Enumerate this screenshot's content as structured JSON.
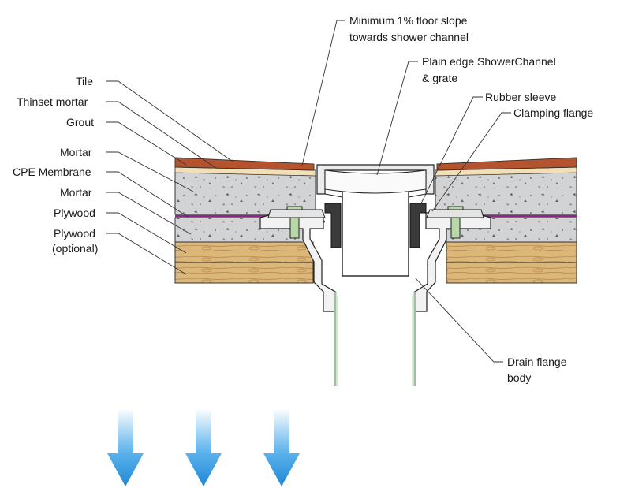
{
  "labels": {
    "left": {
      "tile": "Tile",
      "thinset_mortar": "Thinset mortar",
      "grout": "Grout",
      "mortar_upper": "Mortar",
      "cpe_membrane": "CPE Membrane",
      "mortar_lower": "Mortar",
      "plywood": "Plywood",
      "plywood_optional_line1": "Plywood",
      "plywood_optional_line2": "(optional)"
    },
    "right": {
      "floor_slope_line1": "Minimum 1% floor slope",
      "floor_slope_line2": "towards shower channel",
      "channel_line1": "Plain edge ShowerChannel",
      "channel_line2": "& grate",
      "rubber_sleeve": "Rubber sleeve",
      "clamping_flange": "Clamping flange",
      "drain_body_line1": "Drain flange",
      "drain_body_line2": "body"
    }
  },
  "colors": {
    "tile": "#b5532f",
    "thinset": "#f2dfb5",
    "mortar": "#d2d3d5",
    "membrane": "#8b2a86",
    "plywood": "#dcb77a",
    "flange_body": "#f2f2f2",
    "bolt": "#b8d8a8",
    "rubber_sleeve": "#3a3a3a",
    "pipe_glass": "#e8f2e8",
    "arrow": "#1e90d8"
  },
  "arrows": {
    "count": 3,
    "direction": "down"
  }
}
